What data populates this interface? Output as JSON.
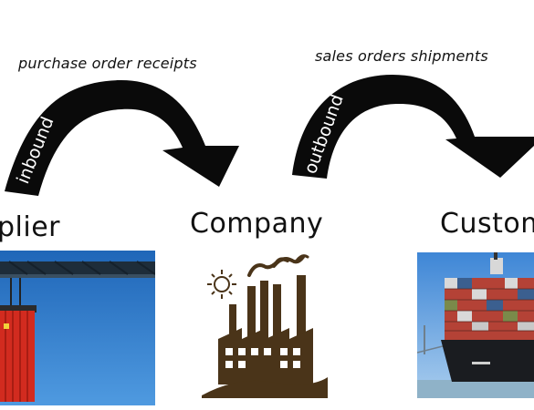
{
  "flows": [
    {
      "direction": "inbound",
      "caption": "purchase order receipts"
    },
    {
      "direction": "outbound",
      "caption": "sales orders shipments"
    }
  ],
  "nodes": [
    {
      "label": "Supplier",
      "visible_text": "plier",
      "image": "port-crane-container"
    },
    {
      "label": "Company",
      "visible_text": "Company",
      "image": "factory-silhouette"
    },
    {
      "label": "Customer",
      "visible_text": "Custom",
      "image": "container-ship"
    }
  ],
  "colors": {
    "arrow": "#0a0a0a",
    "arrow_text": "#ffffff",
    "factory": "#4a3419",
    "sky": "#2f7fd0",
    "container_red": "#d22b1f"
  }
}
